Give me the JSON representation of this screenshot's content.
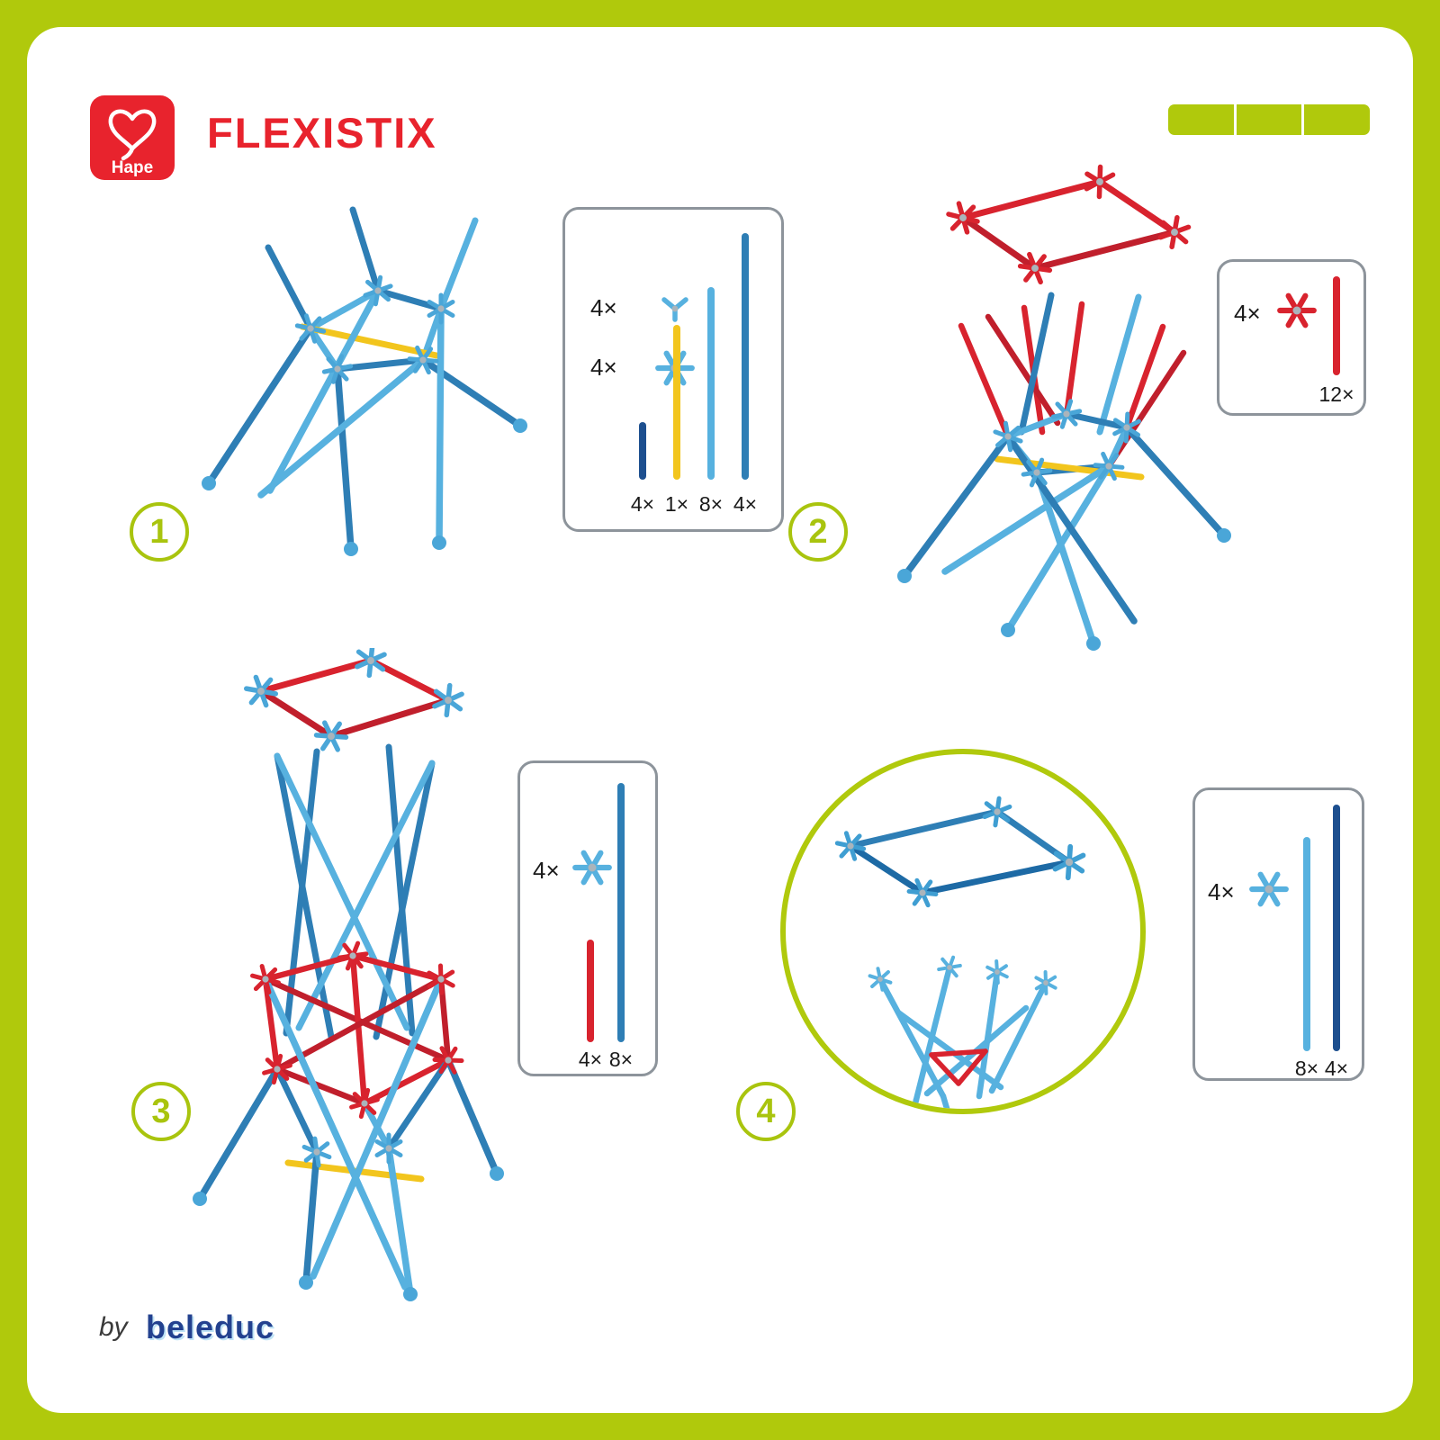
{
  "header": {
    "brand": "Hape",
    "title": "FLEXISTIX"
  },
  "footer": {
    "by": "by",
    "brand": "beleduc"
  },
  "colors": {
    "lime": "#b0c90c",
    "hape_red": "#e8232d",
    "stick_blue": "#2e7eb5",
    "stick_light_blue": "#57b1df",
    "stick_navy": "#1d4f8f",
    "stick_yellow": "#f2c51d",
    "stick_red": "#d8232e"
  },
  "steps": [
    {
      "number": "1",
      "parts": {
        "y_connector_count": "4×",
        "star_connector_count": "4×",
        "stick_counts": [
          "4×",
          "1×",
          "8×",
          "4×"
        ]
      }
    },
    {
      "number": "2",
      "parts": {
        "star_connector_count": "4×",
        "stick_count": "12×"
      }
    },
    {
      "number": "3",
      "parts": {
        "star_connector_count": "4×",
        "stick_counts": [
          "4×",
          "8×"
        ]
      }
    },
    {
      "number": "4",
      "parts": {
        "star_connector_count": "4×",
        "stick_counts": [
          "8×",
          "4×"
        ]
      }
    }
  ]
}
